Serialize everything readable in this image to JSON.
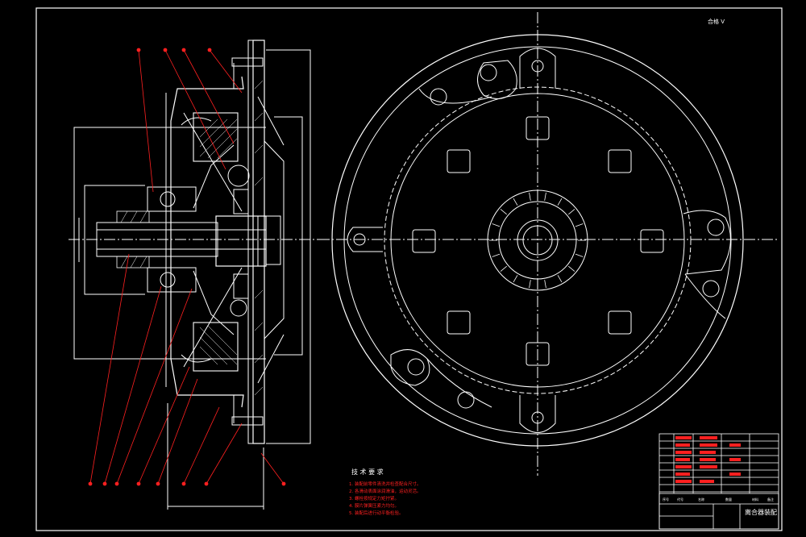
{
  "drawing": {
    "colors": {
      "background": "#000000",
      "line": "#ffffff",
      "annotation": "#ff2020"
    },
    "corner_note": "合格 V",
    "tech_requirements": {
      "title": "技 术 要 求",
      "items": [
        "1. 装配前零件清洗并检查配合尺寸。",
        "2. 各滑动表面涂润滑油，运动灵活。",
        "3. 螺栓按规定力矩拧紧。",
        "4. 膜片弹簧压紧力均匀。",
        "5. 装配后进行动平衡检验。"
      ]
    },
    "title_block": {
      "drawing_title": "离合器装配",
      "small_labels": [
        "序号",
        "代号",
        "名称",
        "数量",
        "材料",
        "备注"
      ]
    }
  }
}
